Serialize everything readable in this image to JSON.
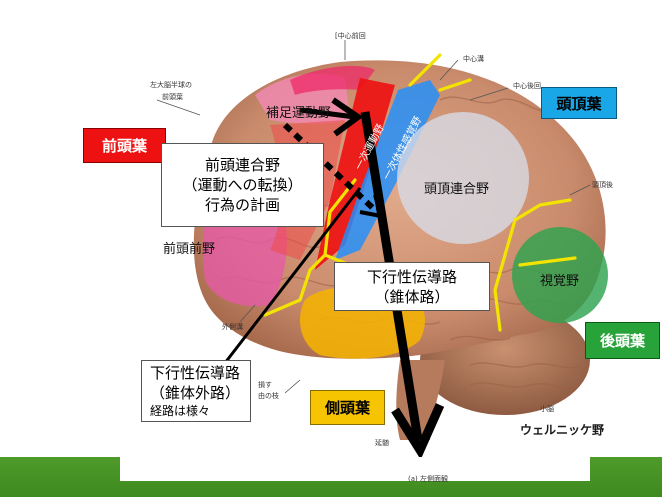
{
  "tags": {
    "frontal_lobe": "前頭葉",
    "parietal_lobe": "頭頂葉",
    "occipital_lobe": "後頭葉",
    "temporal_lobe": "側頭葉"
  },
  "callouts": {
    "prefrontal_association": [
      "前頭連合野",
      "（運動への転換）",
      "行為の計画"
    ],
    "pyramidal_tract": [
      "下行性伝導路",
      "（錐体路）"
    ],
    "extrapyramidal_tract": [
      "下行性伝導路",
      "（錐体外路）",
      "経路は様々"
    ]
  },
  "regions": {
    "supplementary_motor": "補足運動野",
    "primary_motor": "一次運動野",
    "somatosensory": "一次体性感覚野",
    "parietal_association": "頭頂連合野",
    "prefrontal": "前頭前野",
    "visual": "視覚野",
    "wernicke": "ウェルニッケ野"
  },
  "small_labels": {
    "precentral_gyrus": "[中心前回",
    "central_sulcus": "中心溝",
    "postcentral_gyrus": "中心後回",
    "hemisphere_frontal": [
      "左大脳半球の",
      "前頭葉"
    ],
    "parieto_occipital": "頭頂後",
    "lateral_sulcus": "外側溝",
    "cerebellum": "小脳",
    "brainstem": "延髄",
    "label_fragment_1": "損す",
    "label_fragment_2": "由の枝",
    "caption": "(a) 左側面観"
  },
  "colors": {
    "motor": "#ee1111",
    "sensory": "#1e90ff",
    "pathway": "#f2e400",
    "temporal": "#f6b400",
    "visual": "#2ea44f",
    "prefrontal": "#e55aa8"
  }
}
